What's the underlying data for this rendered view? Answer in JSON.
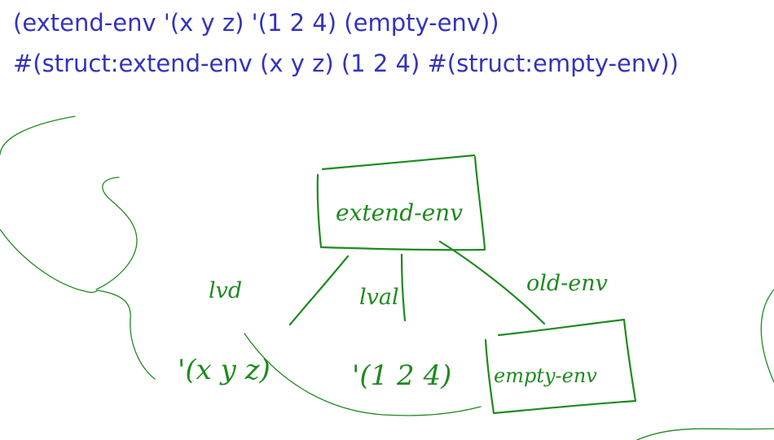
{
  "code": {
    "expression": "(extend-env '(x y z) '(1 2 4) (empty-env))",
    "result": "#(struct:extend-env (x y z) (1 2 4) #(struct:empty-env))"
  },
  "diagram": {
    "root_label": "extend-env",
    "edges": {
      "left": "lvd",
      "middle": "lval",
      "right": "old-env"
    },
    "children": {
      "vars": "'(x y z)",
      "vals": "'(1 2 4)",
      "env": "empty-env"
    }
  },
  "colors": {
    "code": "#3333bb",
    "ink": "#1e8a1e"
  }
}
